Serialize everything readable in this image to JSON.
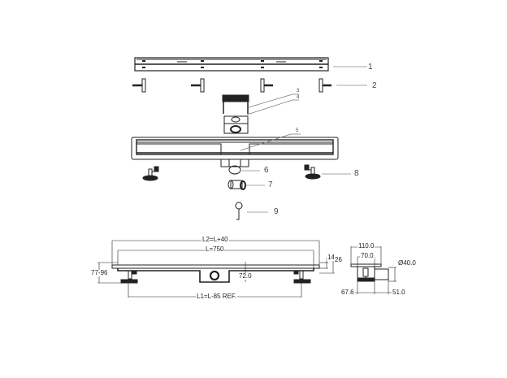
{
  "exploded_view": {
    "callouts": [
      {
        "id": "1",
        "part": "grate"
      },
      {
        "id": "2",
        "part": "leveling-bracket"
      },
      {
        "id": "3",
        "part": "hair-strainer"
      },
      {
        "id": "4",
        "part": "trap-body"
      },
      {
        "id": "5",
        "part": "channel-body"
      },
      {
        "id": "6",
        "part": "outlet"
      },
      {
        "id": "7",
        "part": "outlet-connector"
      },
      {
        "id": "8",
        "part": "adjustable-foot"
      },
      {
        "id": "9",
        "part": "lifting-hook"
      }
    ]
  },
  "front_view": {
    "overall_length_label": "L2=L+40",
    "length_label": "L=750",
    "foot_span_label": "L1=L-85 REF.",
    "height_range_label": "77-96",
    "outlet_height_label": "72.0",
    "flange_depth_label": "14",
    "total_depth_label": "26"
  },
  "side_view": {
    "flange_width_label": "110.0",
    "channel_width_label": "70.0",
    "outlet_diameter_label": "Ø40.0",
    "left_offset_label": "67.6",
    "outlet_length_label": "51.0"
  },
  "colors": {
    "line": "#222222",
    "leader": "#777777",
    "fill_dark": "#1a1a1a",
    "background": "#ffffff"
  }
}
